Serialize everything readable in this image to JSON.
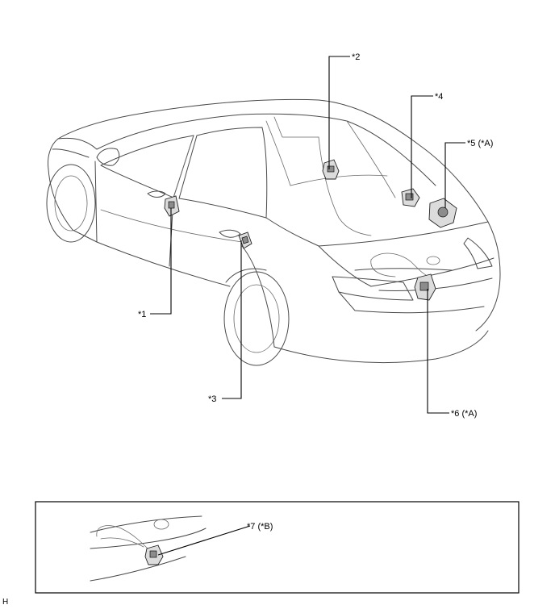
{
  "callouts": {
    "c1": "*1",
    "c2": "*2",
    "c3": "*3",
    "c4": "*4",
    "c5": "*5 (*A)",
    "c6": "*6 (*A)",
    "c7": "*7 (*B)"
  },
  "figure_id": "H"
}
